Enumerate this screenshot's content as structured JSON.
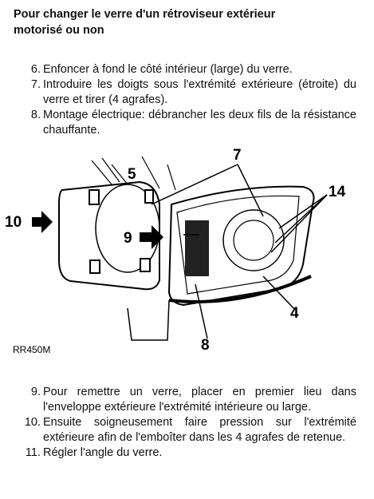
{
  "document": {
    "heading_line1": "Pour changer le verre d'un rétroviseur extérieur",
    "heading_line2": "motorisé ou non",
    "steps_top": [
      {
        "num": "6.",
        "text": "Enfoncer à fond le côté intérieur (large) du verre."
      },
      {
        "num": "7.",
        "text": "Introduire les doigts sous l'extrémité extérieure (étroite) du verre et tirer (4 agrafes)."
      },
      {
        "num": "8.",
        "text": "Montage électrique: débrancher les deux fils de la résistance chauffante."
      }
    ],
    "steps_bottom": [
      {
        "num": "9.",
        "text": "Pour remettre un verre, placer en premier lieu dans l'enveloppe extérieure l'extrémité intérieure ou large."
      },
      {
        "num": "10.",
        "text": "Ensuite soigneusement faire pression sur l'extrémité extérieure afin de l'emboîter dans les 4 agrafes de retenue."
      },
      {
        "num": "11.",
        "text": "Régler l'angle du verre."
      }
    ]
  },
  "diagram": {
    "callouts": {
      "c10": "10",
      "c9": "9",
      "c5": "5",
      "c7": "7",
      "c14": "14",
      "c4": "4",
      "c8": "8"
    },
    "reference": "RR450M"
  }
}
